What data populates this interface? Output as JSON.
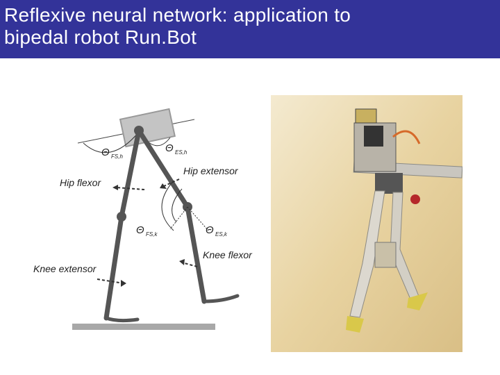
{
  "slide": {
    "title_line1": "Reflexive neural network: application to",
    "title_line2": "bipedal robot Run.Bot"
  },
  "diagram": {
    "labels": {
      "hip_extensor": "Hip extensor",
      "hip_flexor": "Hip flexor",
      "knee_flexor": "Knee flexor",
      "knee_extensor": "Knee extensor",
      "theta_fs_h": "Θ",
      "theta_fs_h_sub": "FS,h",
      "theta_es_h": "Θ",
      "theta_es_h_sub": "ES,h",
      "theta_fs_k": "Θ",
      "theta_fs_k_sub": "FS,k",
      "theta_es_k": "Θ",
      "theta_es_k_sub": "ES,k"
    }
  },
  "photo": {
    "subject": "bipedal robot RunBot",
    "colors": {
      "background": "#e9d7a8",
      "metal": "#c9c6bf",
      "feet": "#d9c84a"
    }
  }
}
